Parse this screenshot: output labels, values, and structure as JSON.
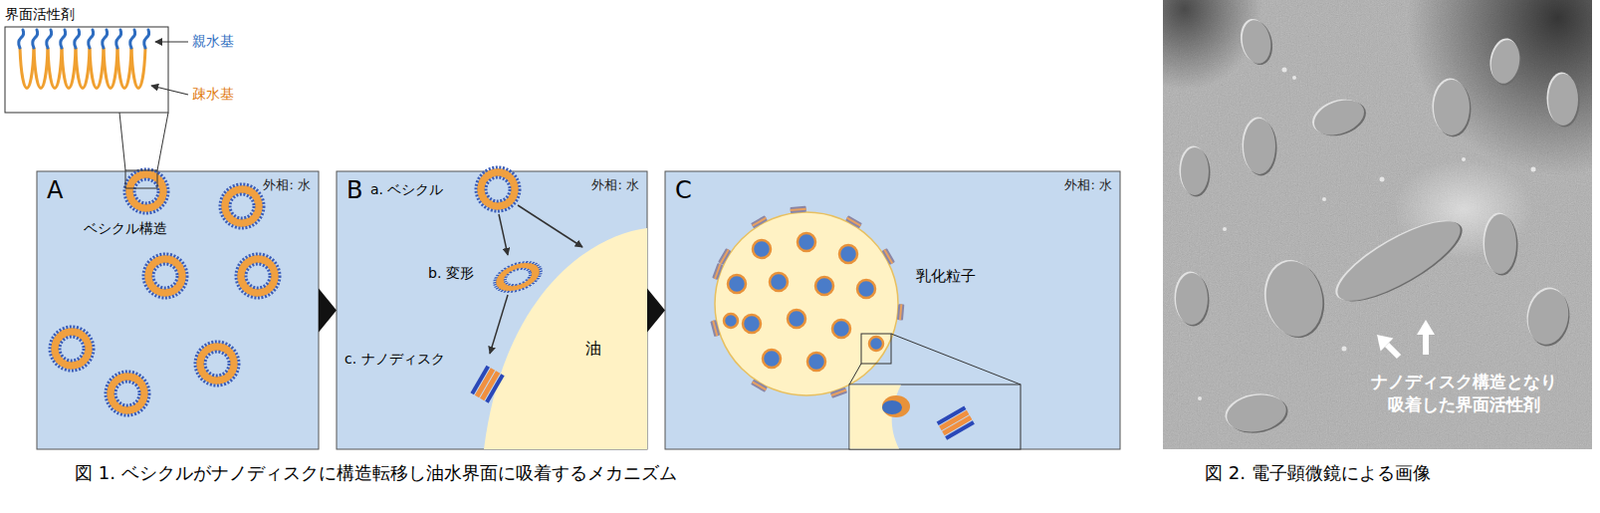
{
  "diagram": {
    "nodes": [
      {
        "text": [
          "A",
          "外相: 水",
          "ベシクル構造"
        ]
      },
      {
        "text": [
          "界面活性剤"
        ]
      },
      {
        "text": [
          "B",
          "外相: 水"
        ]
      },
      {
        "text": [
          "油"
        ],
        "in": 2
      },
      {
        "text": [
          "C",
          "外相: 水",
          "乳化粒子"
        ]
      },
      {
        "text": [
          "ナノディスク構造となり 吸着した界面活性剤"
        ]
      }
    ],
    "edges": [
      {
        "from": 0,
        "to": 2,
        "arrow": "to"
      },
      {
        "from": 2,
        "to": 4,
        "arrow": "to"
      }
    ],
    "labels": [
      "親水基",
      "疎水基",
      "a. ベシクル",
      "b. 変形",
      "c. ナノディスク",
      "図 1. ベシクルがナノディスクに構造転移し油水界面に吸着するメカニズム",
      "図 2. 電子顕微鏡による画像"
    ]
  }
}
